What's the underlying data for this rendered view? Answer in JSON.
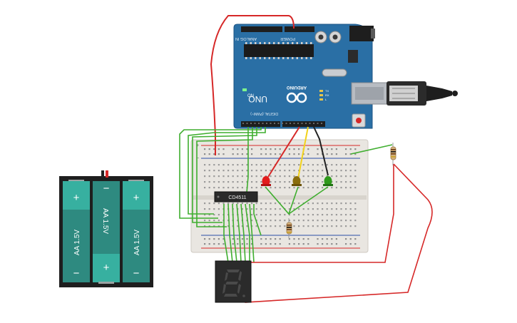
{
  "arduino": {
    "model": "UNO",
    "brand": "ARDUINO",
    "on_label": "ON",
    "header_digital": "DIGITAL (PWM~)",
    "header_analog": "ANALOG IN",
    "header_power": "POWER",
    "led_labels": [
      "TX",
      "RX",
      "L"
    ]
  },
  "ic": {
    "label": "CD4511"
  },
  "battery": {
    "cells": [
      "AA 1.5V",
      "AA 1.5V",
      "AA 1.5V"
    ],
    "plus": "+",
    "minus": "−"
  },
  "breadboard": {
    "plus": "+",
    "minus": "−"
  },
  "colors": {
    "board": "#2a6fa5",
    "wire_red": "#d62828",
    "wire_green": "#3fae2f",
    "wire_yellow": "#f2d21b",
    "wire_black": "#222222",
    "battery_cell": "#2e8a80",
    "led_red": "#e21c1c",
    "led_yellow": "#8a6d0c",
    "led_green": "#2f9a1b"
  }
}
